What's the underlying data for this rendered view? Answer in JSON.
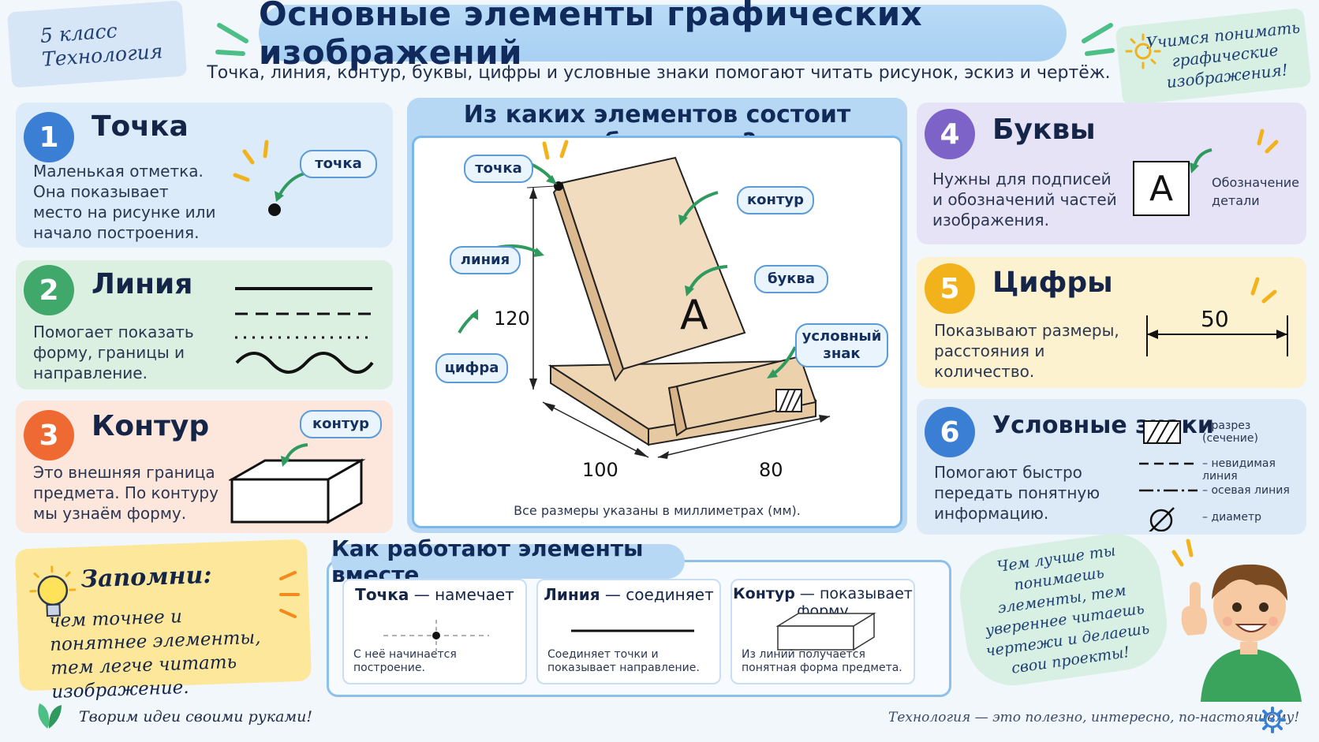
{
  "header": {
    "grade": "5 класс",
    "subject": "Технология",
    "title": "Основные элементы графических изображений",
    "subtitle": "Точка, линия, контур, буквы, цифры и условные знаки помогают читать рисунок, эскиз и чертёж.",
    "motto": "Учимся понимать графические изображения!"
  },
  "cards": {
    "point": {
      "num": "1",
      "title": "Точка",
      "text": "Маленькая отметка. Она показывает место на рисунке или начало построения.",
      "label": "точка"
    },
    "line": {
      "num": "2",
      "title": "Линия",
      "text": "Помогает показать форму, границы и направление."
    },
    "contour": {
      "num": "3",
      "title": "Контур",
      "text": "Это внешняя граница предмета. По контуру мы узнаём форму.",
      "label": "контур"
    },
    "letters": {
      "num": "4",
      "title": "Буквы",
      "text": "Нужны для подписей и обозначений частей изображения.",
      "letter": "А",
      "label": "Обозначение детали"
    },
    "digits": {
      "num": "5",
      "title": "Цифры",
      "text": "Показывают размеры, расстояния и количество.",
      "dimension": "50"
    },
    "symbols": {
      "num": "6",
      "title": "Условные знаки",
      "text": "Помогают быстро передать понятную информацию.",
      "legend": [
        "– разрез (сечение)",
        "– невидимая линия",
        "– осевая линия",
        "– диаметр"
      ]
    }
  },
  "center": {
    "title": "Из каких элементов состоит изображение?",
    "labels": {
      "point": "точка",
      "contour": "контур",
      "line": "линия",
      "letter": "буква",
      "digit": "цифра",
      "symbol": "условный знак"
    },
    "letter": "А",
    "dims": {
      "height": "120",
      "width": "100",
      "depth": "80"
    },
    "note": "Все размеры указаны в миллиметрах (мм)."
  },
  "remember": {
    "title": "Запомни:",
    "text": "чем точнее и понятнее элементы, тем легче читать изображение."
  },
  "together": {
    "title": "Как работают элементы вместе",
    "items": [
      {
        "name": "Точка",
        "verb": " — намечает",
        "text": "С неё начинается построение."
      },
      {
        "name": "Линия",
        "verb": " — соединяет",
        "text": "Соединяет точки и показывает направление."
      },
      {
        "name": "Контур",
        "verb": " — показывает форму",
        "text": "Из линий получается понятная форма предмета."
      }
    ]
  },
  "speech": "Чем лучше ты понимаешь элементы, тем увереннее читаешь чертежи и делаешь свои проекты!",
  "footer": {
    "left": "Творим идеи своими руками!",
    "right": "Технология — это полезно, интересно, по-настоящему!"
  },
  "colors": {
    "accent": "#3b7fd4",
    "arrow": "#2f9a5e",
    "wood": "#ecd4b4"
  }
}
